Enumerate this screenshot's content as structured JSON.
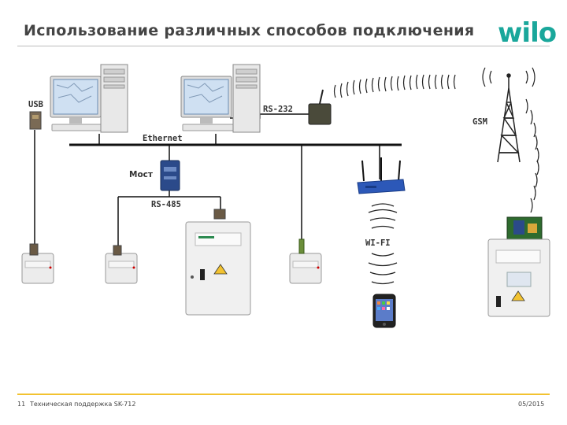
{
  "slide": {
    "title": "Использование различных способов подключения",
    "logo_text": "wilo",
    "brand_color": "#1aa79b",
    "accent_color": "#f2c230"
  },
  "labels": {
    "usb": "USB",
    "rs232": "RS-232",
    "gsm": "GSM",
    "ethernet": "Ethernet",
    "bridge": "Мост",
    "rs485": "RS-485",
    "wifi": "WI-FI"
  },
  "footer": {
    "page_number": "11",
    "caption": "Техническая поддержка SK-712",
    "date": "05/2015"
  }
}
